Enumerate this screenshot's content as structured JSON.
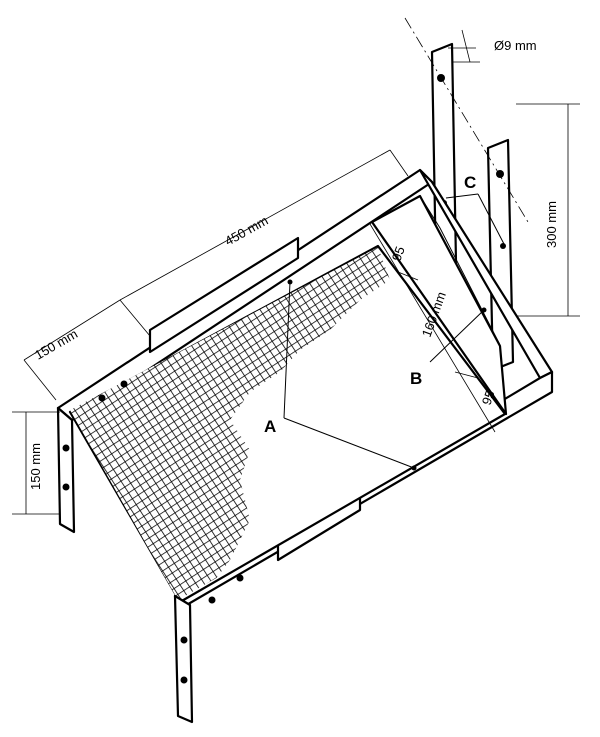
{
  "labels": {
    "diameter": "Ø9 mm",
    "length": "450 mm",
    "depth": "150 mm",
    "height_front": "150 mm",
    "height_back": "300 mm",
    "gap_top": "95",
    "width_inner": "160 mm",
    "gap_bottom": "95",
    "part_a": "A",
    "part_b": "B",
    "part_c": "C"
  }
}
